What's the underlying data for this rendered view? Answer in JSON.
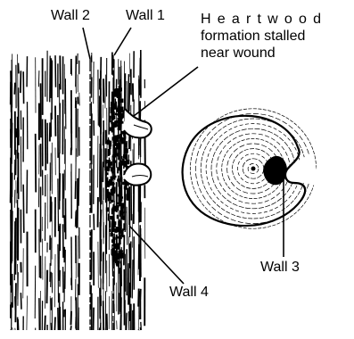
{
  "labels": {
    "wall_1": "Wall 1",
    "wall_2": "Wall 2",
    "wall_3": "Wall 3",
    "wall_4": "Wall 4",
    "heartwood_line1": "Heartwood",
    "heartwood_line2": "formation stalled",
    "heartwood_line3": "near wound"
  },
  "colors": {
    "ink": "#000000",
    "paper": "#ffffff"
  }
}
